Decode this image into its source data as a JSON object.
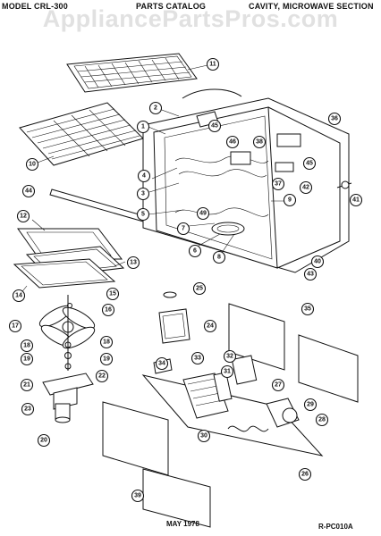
{
  "header": {
    "model": "MODEL CRL-300",
    "catalog": "PARTS CATALOG",
    "section": "CAVITY, MICROWAVE SECTION"
  },
  "watermark": "AppliancePartsPros.com",
  "footer": {
    "date": "MAY 1978",
    "ref": "R-PC010A"
  },
  "callouts": {
    "c1": "1",
    "c2": "2",
    "c3": "3",
    "c4": "4",
    "c5": "5",
    "c6": "6",
    "c7": "7",
    "c8": "8",
    "c9": "9",
    "c10": "10",
    "c11": "11",
    "c12": "12",
    "c13": "13",
    "c14": "14",
    "c15": "15",
    "c16": "16",
    "c17": "17",
    "c18a": "18",
    "c18b": "18",
    "c19a": "19",
    "c19b": "19",
    "c20": "20",
    "c21": "21",
    "c22": "22",
    "c23": "23",
    "c24": "24",
    "c25": "25",
    "c26": "26",
    "c27": "27",
    "c28": "28",
    "c29": "29",
    "c30": "30",
    "c31": "31",
    "c32": "32",
    "c33": "33",
    "c34": "34",
    "c35": "35",
    "c36": "36",
    "c37": "37",
    "c38": "38",
    "c39": "39",
    "c40": "40",
    "c41": "41",
    "c42": "42",
    "c43": "43",
    "c44": "44",
    "c45": "45",
    "c45b": "45",
    "c46": "46",
    "c49": "49"
  }
}
